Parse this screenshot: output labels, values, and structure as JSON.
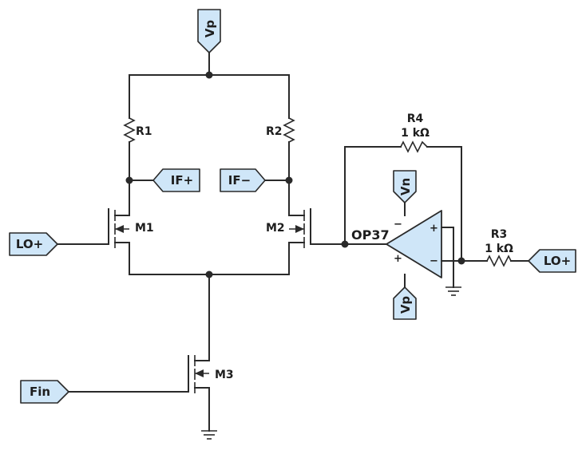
{
  "ports": {
    "vp_top": "Vp",
    "vp_bottom": "Vp",
    "vn": "Vn",
    "if_plus": "IF+",
    "if_minus": "IF−",
    "lo_left": "LO+",
    "lo_right": "LO+",
    "fin": "Fin"
  },
  "components": {
    "r1": "R1",
    "r2": "R2",
    "r3": "R3",
    "r3_value": "1 kΩ",
    "r4": "R4",
    "r4_value": "1 kΩ",
    "m1": "M1",
    "m2": "M2",
    "m3": "M3",
    "opamp": "OP37"
  },
  "opamp_pins": {
    "supply_neg": "−",
    "supply_pos": "+",
    "in_plus": "+",
    "in_minus": "−"
  },
  "colors": {
    "port_fill": "#cfe6f8",
    "wire": "#2a2a2a"
  }
}
